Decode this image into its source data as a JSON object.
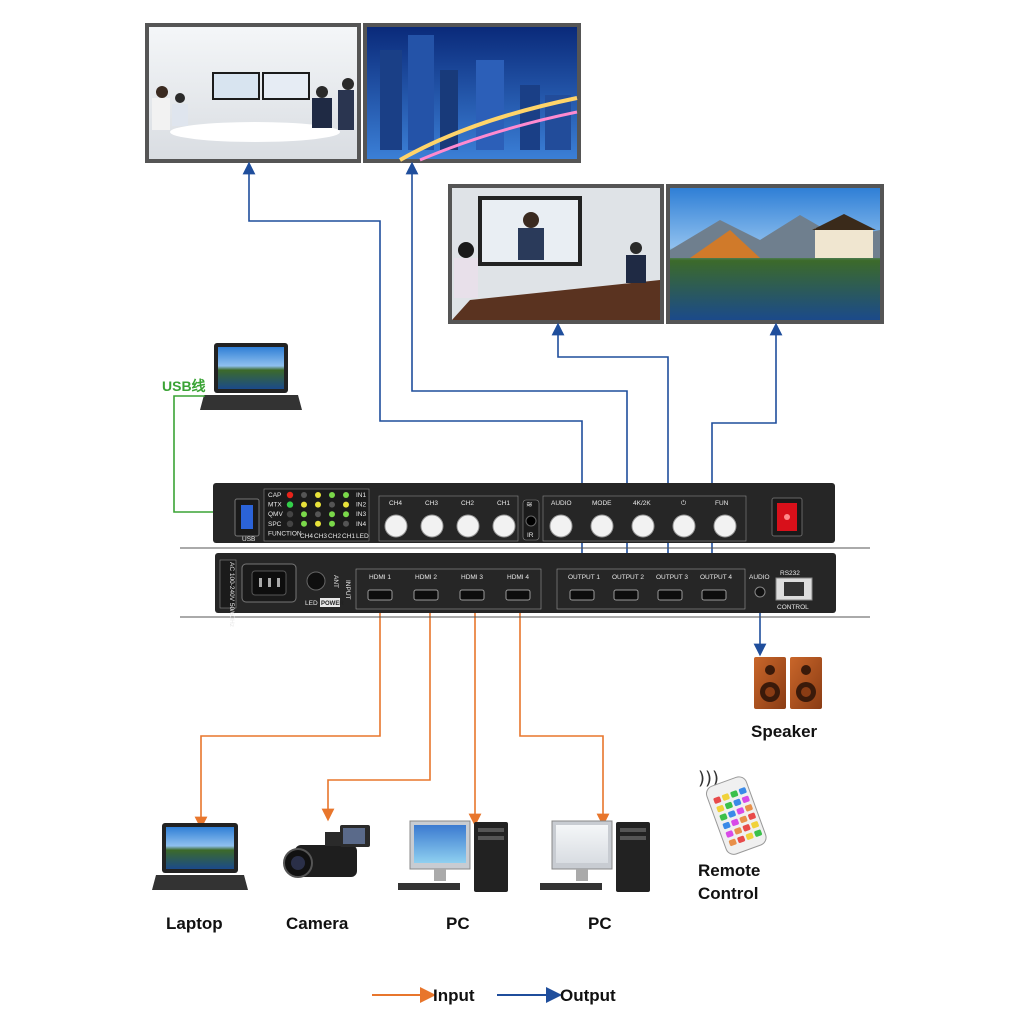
{
  "colors": {
    "input_line": "#e8762c",
    "output_line": "#1f4e9c",
    "usb_line": "#3aa335",
    "device_body": "#2a2a2a"
  },
  "usb": {
    "label": "USB线"
  },
  "front_panel": {
    "status_labels": [
      "CAP",
      "MTX",
      "QMV",
      "SPC",
      "FUNCTION"
    ],
    "channel_row": [
      "CH4",
      "CH3",
      "CH2",
      "CH1",
      "LED"
    ],
    "input_labels": [
      "IN1",
      "IN2",
      "IN3",
      "IN4"
    ],
    "channel_buttons": [
      "CH4",
      "CH3",
      "CH2",
      "CH1"
    ],
    "ir_label": "IR",
    "function_buttons": [
      "AUDIO",
      "MODE",
      "4K/2K",
      "⏻",
      "FUN"
    ],
    "usb_port_label": "USB"
  },
  "rear_panel": {
    "power_spec": "AC 100-240V 50/60Hz",
    "led_label": "LED",
    "power_label": "POWER",
    "ant_label": "ANT",
    "input_label": "INPUT",
    "hdmi_inputs": [
      "HDMI 1",
      "HDMI 2",
      "HDMI 3",
      "HDMI 4"
    ],
    "hdmi_outputs": [
      "OUTPUT 1",
      "OUTPUT 2",
      "OUTPUT 3",
      "OUTPUT 4"
    ],
    "audio_label": "AUDIO",
    "rs232_label": "RS232",
    "control_label": "CONTROL"
  },
  "devices": {
    "laptop": "Laptop",
    "camera": "Camera",
    "pc1": "PC",
    "pc2": "PC",
    "speaker": "Speaker",
    "remote_line1": "Remote",
    "remote_line2": "Control"
  },
  "legend": {
    "input": "Input",
    "output": "Output"
  }
}
